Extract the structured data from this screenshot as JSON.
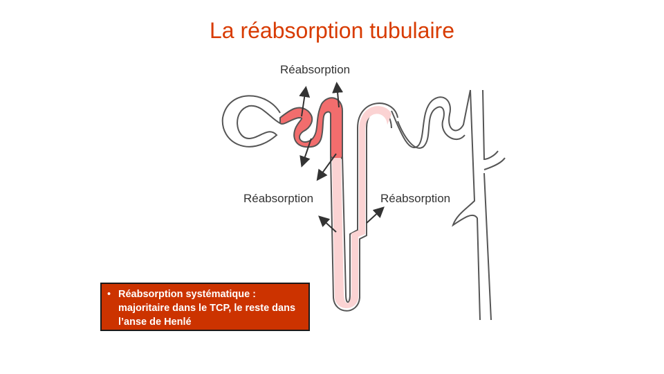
{
  "slide": {
    "title": "La réabsorption tubulaire"
  },
  "diagram": {
    "labels": {
      "top": "Réabsorption",
      "left": "Réabsorption",
      "right": "Réabsorption"
    },
    "colors": {
      "tubule_outline": "#555555",
      "proximal_fill": "#f26d6d",
      "henle_fill": "#fbd3d3",
      "arrow": "#333333"
    }
  },
  "note": {
    "bullet": "•",
    "text": "Réabsorption systématique : majoritaire dans le TCP, le reste dans l’anse de Henlé",
    "background": "#cc3300"
  }
}
